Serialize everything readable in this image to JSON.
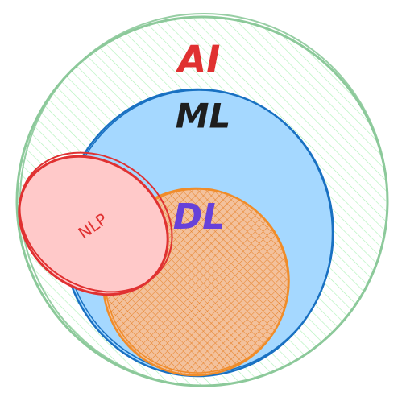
{
  "diagram": {
    "sets": [
      {
        "id": "ai",
        "label": "AI",
        "color": "#e03131",
        "fill_color": "#b2f2bb",
        "stroke_color": "#8cc99a",
        "fill_style": "hatch"
      },
      {
        "id": "ml",
        "label": "ML",
        "color": "#1e1e1e",
        "fill_color": "#a5d8ff",
        "stroke_color": "#1971c2",
        "fill_style": "solid"
      },
      {
        "id": "dl",
        "label": "DL",
        "color": "#6741d9",
        "fill_color": "#e8b38a",
        "stroke_color": "#f08c29",
        "fill_style": "cross-hatch"
      },
      {
        "id": "nlp",
        "label": "NLP",
        "color": "#e03131",
        "fill_color": "#ffc9c9",
        "stroke_color": "#e03131",
        "fill_style": "solid"
      }
    ]
  }
}
